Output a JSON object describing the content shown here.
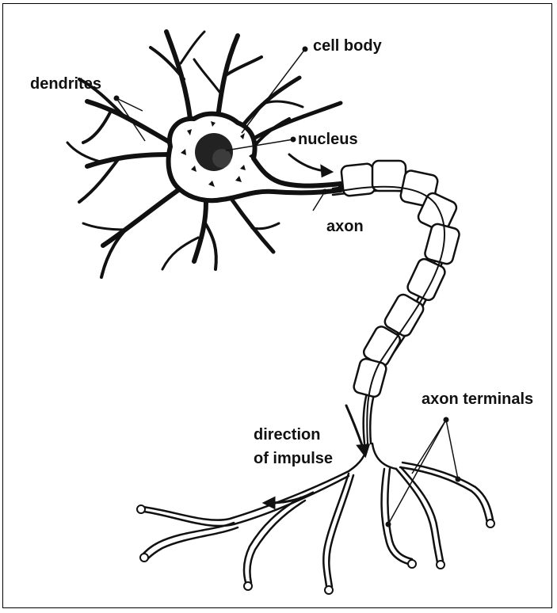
{
  "labels": {
    "dendrites": "dendrites",
    "cell_body": "cell body",
    "nucleus": "nucleus",
    "axon": "axon",
    "axon_terminals": "axon terminals",
    "direction_line1": "direction",
    "direction_line2": "of impulse"
  },
  "colors": {
    "ink": "#111111",
    "background": "#ffffff"
  }
}
